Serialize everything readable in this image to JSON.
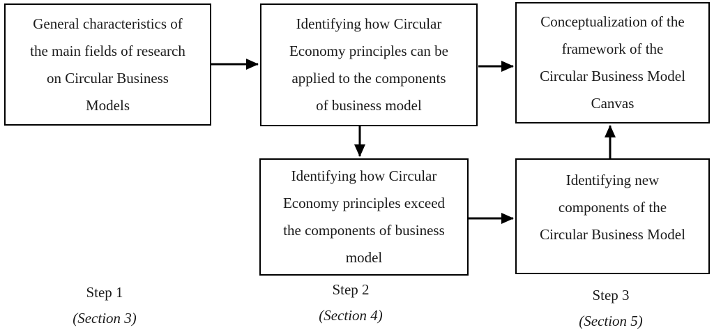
{
  "diagram": {
    "title": "Research steps flowchart for Circular Business Model Canvas conceptualization",
    "colors": {
      "border": "#000000",
      "text": "#1a1a1a",
      "background": "#ffffff",
      "arrow": "#000000"
    },
    "boxes": [
      {
        "id": "general-characteristics",
        "text": "General characteristics of\nthe main fields of research\non Circular Business\nModels"
      },
      {
        "id": "ce-principles-applied",
        "text": "Identifying how Circular\nEconomy principles can be\napplied to the components\nof business model"
      },
      {
        "id": "conceptualization-framework",
        "text": "Conceptualization of the\nframework of the\nCircular Business Model\nCanvas"
      },
      {
        "id": "ce-principles-exceed",
        "text": "Identifying how Circular\nEconomy principles exceed\nthe components of business\nmodel"
      },
      {
        "id": "new-components",
        "text": "Identifying new\ncomponents of the\nCircular Business Model"
      }
    ],
    "steps": [
      {
        "label": "Step 1",
        "section": "(Section 3)"
      },
      {
        "label": "Step 2",
        "section": "(Section 4)"
      },
      {
        "label": "Step 3",
        "section": "(Section 5)"
      }
    ]
  }
}
